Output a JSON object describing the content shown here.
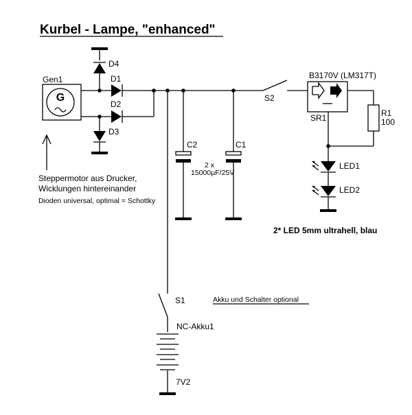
{
  "title": "Kurbel - Lampe, \"enhanced\"",
  "components": {
    "gen1": {
      "ref": "Gen1",
      "symbol": "G",
      "wave": "~"
    },
    "d1": "D1",
    "d2": "D2",
    "d3": "D3",
    "d4": "D4",
    "c1": "C1",
    "c2": "C2",
    "cap_value_line1": "2 x",
    "cap_value_line2": "15000µF/25V",
    "s1": "S1",
    "s2": "S2",
    "regulator_name": "B3170V (LM317T)",
    "regulator_ref": "SR1",
    "r1_ref": "R1",
    "r1_value": "100",
    "led1": "LED1",
    "led2": "LED2",
    "battery_ref": "NC-Akku1",
    "battery_voltage": "7V2"
  },
  "notes": {
    "motor_line1": "Steppermotor aus Drucker,",
    "motor_line2": "Wicklungen hintereinander",
    "diodes": "Dioden universal, optimal = Schottky",
    "led_note": "2* LED 5mm ultrahell, blau",
    "battery_note": "Akku und Schalter optional"
  }
}
